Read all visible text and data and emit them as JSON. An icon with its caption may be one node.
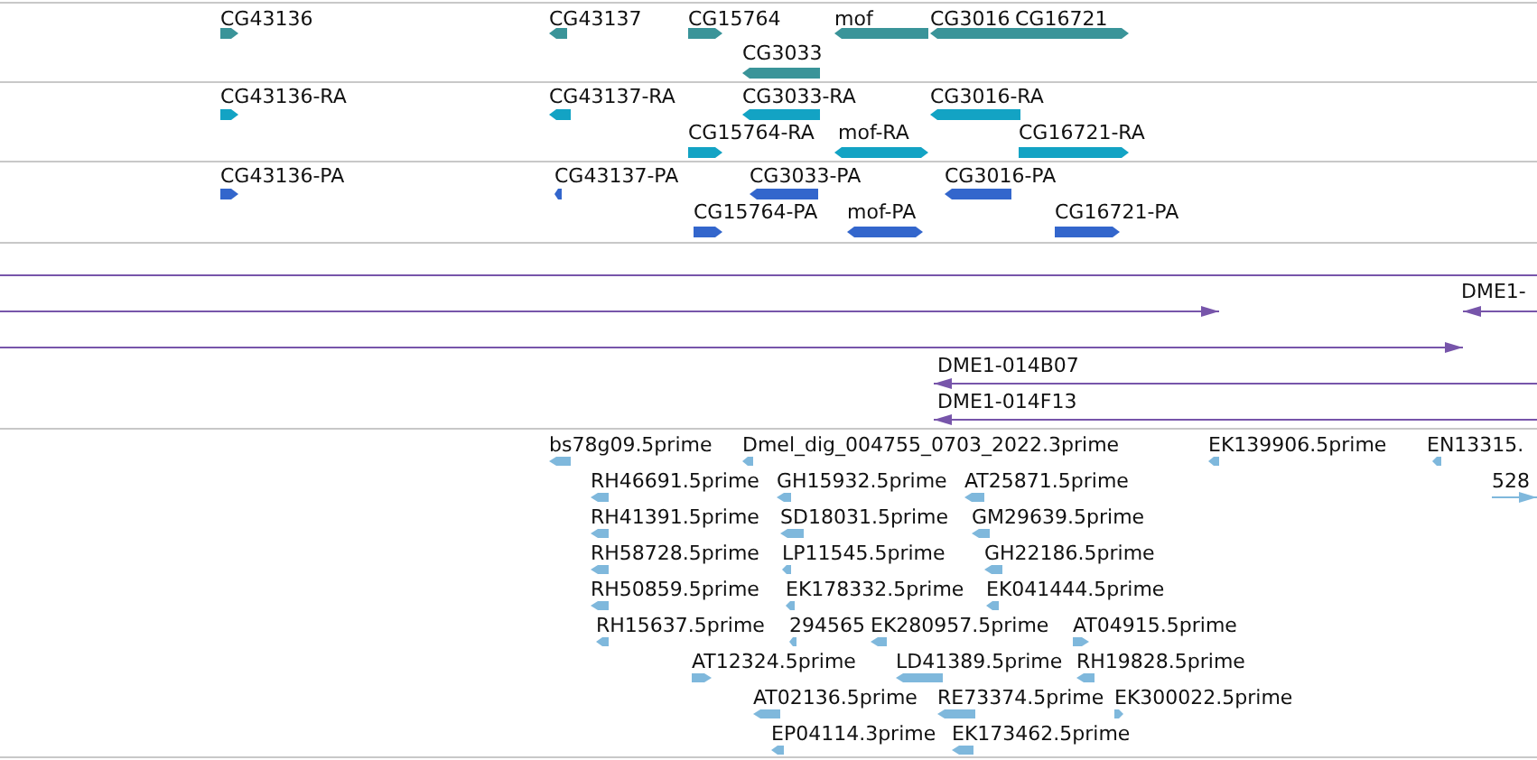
{
  "diagram": {
    "labels": [
      "CG43136",
      "CG43137",
      "CG15764",
      "mof",
      "CG3016",
      "CG16721",
      "CG3033",
      "CG43136-RA",
      "CG43137-RA",
      "CG3033-RA",
      "CG3016-RA",
      "CG15764-RA",
      "mof-RA",
      "CG16721-RA",
      "CG43136-PA",
      "CG43137-PA",
      "CG3033-PA",
      "CG3016-PA",
      "CG15764-PA",
      "mof-PA",
      "CG16721-PA",
      "DME1-",
      "DME1-014B07",
      "DME1-014F13",
      "bs78g09.5prime",
      "Dmel_dig_004755_0703_2022.3prime",
      "EK139906.5prime",
      "EN13315.",
      "RH46691.5prime",
      "GH15932.5prime",
      "AT25871.5prime",
      "528",
      "RH41391.5prime",
      "SD18031.5prime",
      "GM29639.5prime",
      "RH58728.5prime",
      "LP11545.5prime",
      "GH22186.5prime",
      "RH50859.5prime",
      "EK178332.5prime",
      "EK041444.5prime",
      "RH15637.5prime",
      "294565",
      "EK280957.5prime",
      "AT04915.5prime",
      "AT12324.5prime",
      "LD41389.5prime",
      "RH19828.5prime",
      "AT02136.5prime",
      "RE73374.5prime",
      "EK300022.5prime",
      "EP04114.3prime",
      "EK173462.5prime"
    ]
  }
}
